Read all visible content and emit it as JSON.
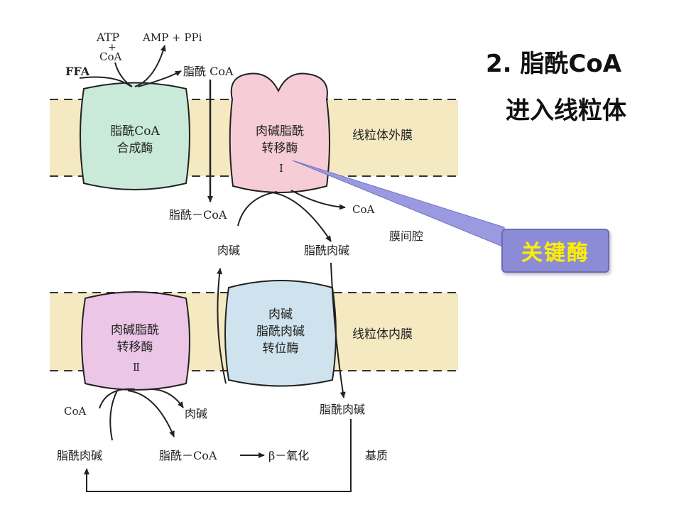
{
  "title": {
    "line1": "2. 脂酰CoA",
    "line2": "进入线粒体"
  },
  "top_inputs": {
    "atp": "ATP",
    "plus": "+",
    "coa": "CoA",
    "amp_ppi": "AMP + PPi",
    "ffa": "FFA",
    "product": "脂酰 CoA"
  },
  "enzymes": {
    "synthetase": {
      "line1": "脂酰CoA",
      "line2": "合成酶"
    },
    "cpt1": {
      "line1": "肉碱脂酰",
      "line2": "转移酶",
      "line3": "Ⅰ"
    },
    "translocase": {
      "line1": "肉碱",
      "line2": "脂酰肉碱",
      "line3": "转位酶"
    },
    "cpt2": {
      "line1": "肉碱脂酰",
      "line2": "转移酶",
      "line3": "Ⅱ"
    }
  },
  "membranes": {
    "outer": "线粒体外膜",
    "inner": "线粒体内膜"
  },
  "spaces": {
    "intermembrane": "膜间腔",
    "matrix": "基质"
  },
  "labels": {
    "acyl_coa_mid": "脂酰－CoA",
    "coa_mid": "CoA",
    "carnitine_mid": "肉碱",
    "acylcarnitine_mid": "脂酰肉碱",
    "coa_bottom": "CoA",
    "carnitine_bottom": "肉碱",
    "acylcarnitine_bottom_right": "脂酰肉碱",
    "acylcarnitine_bottom_left": "脂酰肉碱",
    "acyl_coa_bottom": "脂酰－CoA",
    "beta_oxidation": "β－氧化"
  },
  "callout": {
    "text": "关键酶"
  },
  "colors": {
    "membrane": "#f4e9c1",
    "synthetase": "#c9ead8",
    "cpt1": "#f6cdd6",
    "translocase": "#cfe3ee",
    "cpt2": "#ecc6e6",
    "callout": "#8c8cd6",
    "callout_text": "#ffee00"
  }
}
